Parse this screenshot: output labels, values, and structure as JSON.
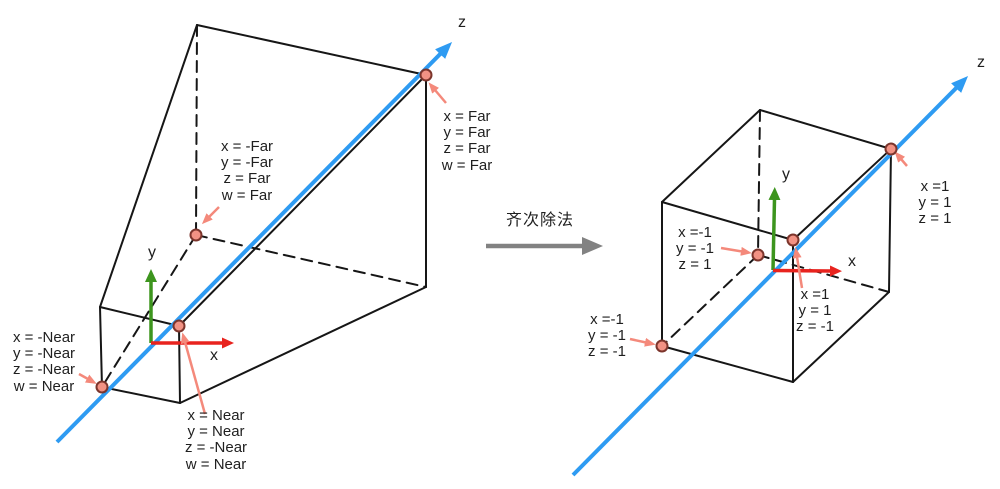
{
  "colors": {
    "z_axis_blue": "#2e9bf2",
    "x_axis_red": "#e8231e",
    "y_axis_green": "#3d951e",
    "point_fill": "#f29284",
    "point_stroke": "#7c352c",
    "pointer_pink": "#f4897b",
    "transform_arrow_gray": "#828282",
    "edge_black": "#161616",
    "text": "#1f1f1f"
  },
  "transform": {
    "label": "齐次除法"
  },
  "left": {
    "axes": {
      "x": "x",
      "y": "y",
      "z": "z"
    },
    "points": [
      {
        "name": "far-negative-corner",
        "lines": [
          "x = -Far",
          "y = -Far",
          "z = Far",
          "w = Far"
        ]
      },
      {
        "name": "far-positive-corner",
        "lines": [
          "x = Far",
          "y = Far",
          "z = Far",
          "w = Far"
        ]
      },
      {
        "name": "near-negative-corner",
        "lines": [
          "x = -Near",
          "y = -Near",
          "z = -Near",
          "w = Near"
        ]
      },
      {
        "name": "near-positive-corner",
        "lines": [
          "x = Near",
          "y = Near",
          "z = -Near",
          "w = Near"
        ]
      }
    ]
  },
  "right": {
    "axes": {
      "x": "x",
      "y": "y",
      "z": "z"
    },
    "points": [
      {
        "name": "corner-1-1-1",
        "lines": [
          "x =1",
          "y = 1",
          "z = 1"
        ]
      },
      {
        "name": "corner-n1-n1-1",
        "lines": [
          "x =-1",
          "y = -1",
          "z = 1"
        ]
      },
      {
        "name": "corner-1-1-n1",
        "lines": [
          "x =1",
          "y = 1",
          "z = -1"
        ]
      },
      {
        "name": "corner-n1-n1-n1",
        "lines": [
          "x =-1",
          "y = -1",
          "z = -1"
        ]
      }
    ]
  }
}
